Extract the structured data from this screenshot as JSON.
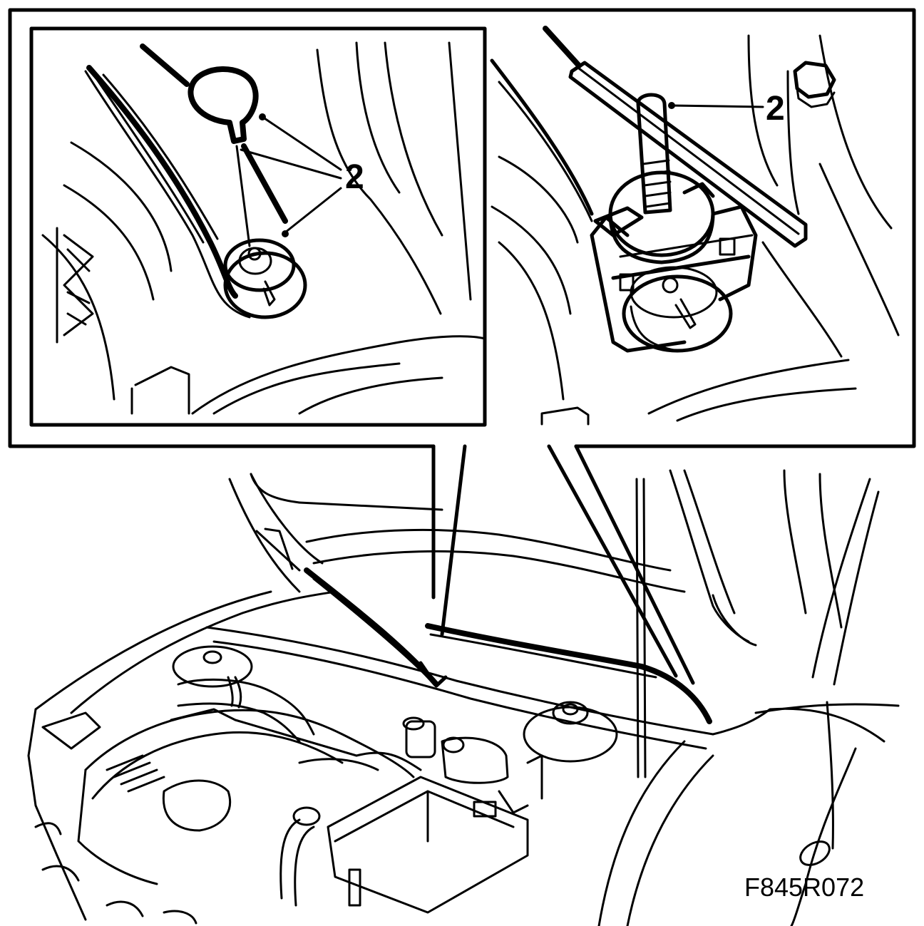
{
  "callouts": {
    "left_inset_label": "2",
    "right_inset_label": "2"
  },
  "figure_code": "F845R072"
}
